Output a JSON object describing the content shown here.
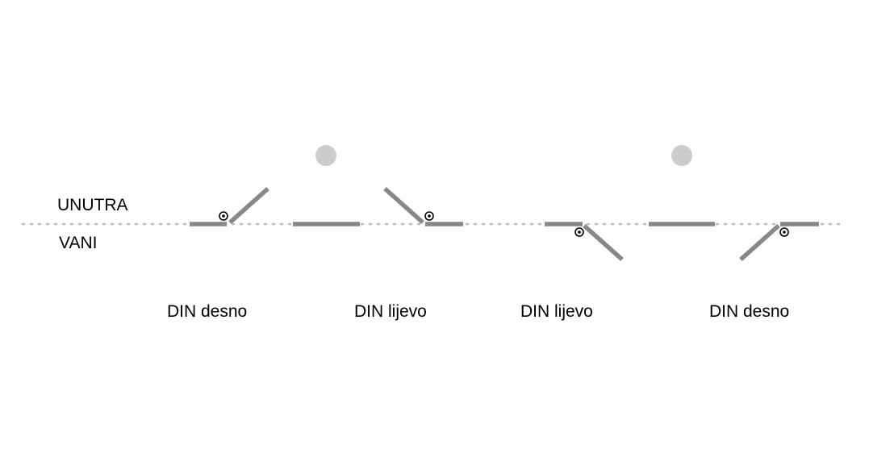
{
  "labels": {
    "inside": "UNUTRA",
    "outside": "VANI"
  },
  "doors": [
    {
      "label": "DIN desno"
    },
    {
      "label": "DIN lijevo"
    },
    {
      "label": "DIN lijevo"
    },
    {
      "label": "DIN desno"
    }
  ],
  "colors": {
    "wall": "#888888",
    "dotted_line": "#bbbbbb",
    "person_marker": "#cccccc",
    "hinge": "#000000"
  },
  "icons": {
    "hinge": "hinge-icon",
    "person": "person-icon"
  }
}
